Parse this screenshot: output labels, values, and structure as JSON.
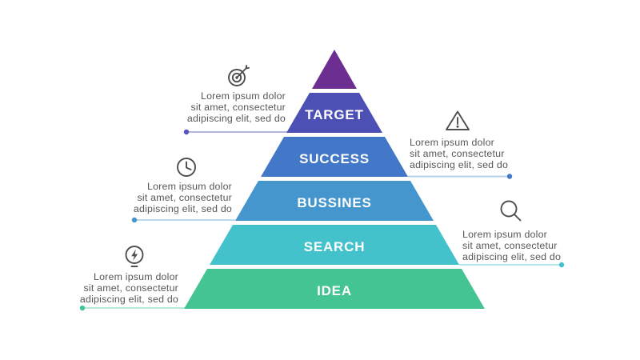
{
  "diagram": {
    "title": "pyramid-infographic",
    "background": "#ffffff",
    "icon_color": "#4d4e50",
    "note_text_color": "#56575b",
    "label_text_color": "#ffffff",
    "cap_color": "#6C2E91",
    "levels": [
      {
        "label": "TARGET",
        "color": "#4C50B4",
        "line_color": "#A9ABDE",
        "dot_color": "#5652C0",
        "side": "left",
        "icon": "target-icon",
        "lines": [
          "Lorem ipsum dolor",
          "sit amet, consectetur",
          "adipiscing elit, sed do"
        ]
      },
      {
        "label": "SUCCESS",
        "color": "#4278C7",
        "line_color": "#AECBEA",
        "dot_color": "#4278C7",
        "side": "right",
        "icon": "warning-icon",
        "lines": [
          "Lorem ipsum dolor",
          "sit amet, consectetur",
          "adipiscing elit, sed do"
        ]
      },
      {
        "label": "BUSSINES",
        "color": "#4496CD",
        "line_color": "#B0D4EB",
        "dot_color": "#4496CD",
        "side": "left",
        "icon": "clock-icon",
        "lines": [
          "Lorem ipsum dolor",
          "sit amet, consectetur",
          "adipiscing elit, sed do"
        ]
      },
      {
        "label": "SEARCH",
        "color": "#43C2CB",
        "line_color": "#AEE5E9",
        "dot_color": "#43C2CB",
        "side": "right",
        "icon": "search-icon",
        "lines": [
          "Lorem ipsum dolor",
          "sit amet, consectetur",
          "adipiscing elit, sed do"
        ]
      },
      {
        "label": "IDEA",
        "color": "#45C493",
        "line_color": "#AEE6D2",
        "dot_color": "#45C493",
        "side": "left",
        "icon": "bulb-icon",
        "lines": [
          "Lorem ipsum dolor",
          "sit amet, consectetur",
          "adipiscing elit, sed do"
        ]
      }
    ]
  }
}
